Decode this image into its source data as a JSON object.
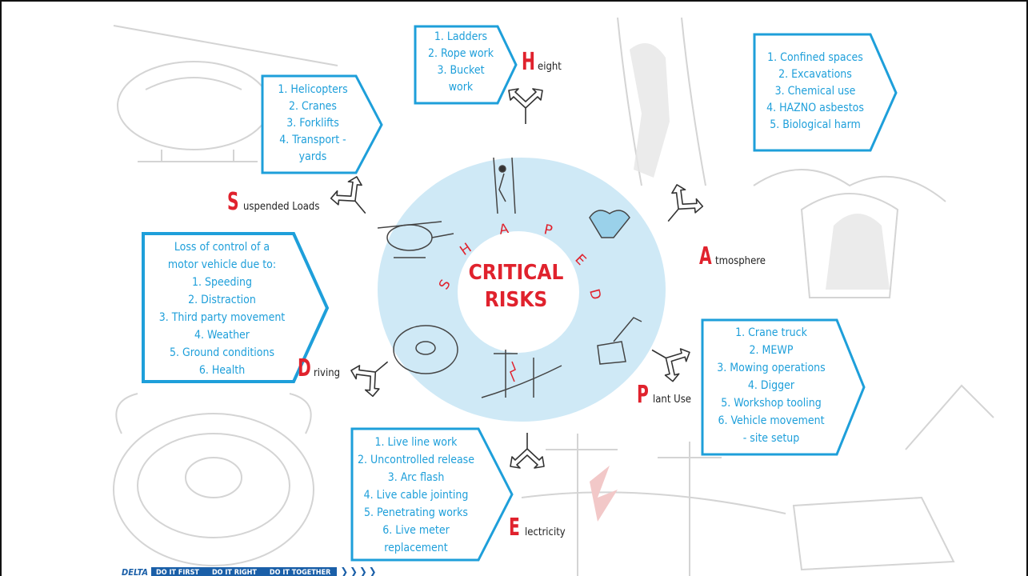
{
  "center": {
    "line1": "CRITICAL",
    "line2": "RISKS",
    "acronym": [
      "S",
      "H",
      "A",
      "P",
      "E",
      "D"
    ]
  },
  "categories": {
    "height": {
      "cap": "H",
      "rest": "eight",
      "items": [
        "1. Ladders",
        "2. Rope work",
        "3. Bucket",
        "work"
      ]
    },
    "atmosphere": {
      "cap": "A",
      "rest": "tmosphere",
      "items": [
        "1. Confined spaces",
        "2. Excavations",
        "3. Chemical use",
        "4. HAZNO asbestos",
        "5. Biological harm"
      ]
    },
    "plant": {
      "cap": "P",
      "rest": "lant Use",
      "items": [
        "1. Crane truck",
        "2. MEWP",
        "3. Mowing operations",
        "4. Digger",
        "5. Workshop tooling",
        "6. Vehicle movement",
        "- site setup"
      ]
    },
    "electricity": {
      "cap": "E",
      "rest": "lectricity",
      "items": [
        "1. Live line work",
        "2. Uncontrolled release",
        "3. Arc flash",
        "4. Live cable jointing",
        "5. Penetrating works",
        "6. Live meter",
        "replacement"
      ]
    },
    "driving": {
      "cap": "D",
      "rest": "riving",
      "items": [
        "Loss of control of a",
        "motor vehicle due to:",
        "1. Speeding",
        "2. Distraction",
        "3. Third party movement",
        "4. Weather",
        "5. Ground conditions",
        "6. Health"
      ]
    },
    "suspended": {
      "cap": "S",
      "rest": "uspended Loads",
      "items": [
        "1. Helicopters",
        "2. Cranes",
        "3. Forklifts",
        "4. Transport -",
        "yards"
      ]
    }
  },
  "footer": {
    "brand": "DELTA",
    "slogans": [
      "DO IT FIRST",
      "DO IT RIGHT",
      "DO IT TOGETHER"
    ],
    "chevrons": "❯❯❯❯"
  },
  "colors": {
    "accent_blue": "#1e9fda",
    "accent_red": "#e0222d",
    "circle_fill": "#cfe9f6",
    "brand_blue": "#1a5fa8"
  }
}
